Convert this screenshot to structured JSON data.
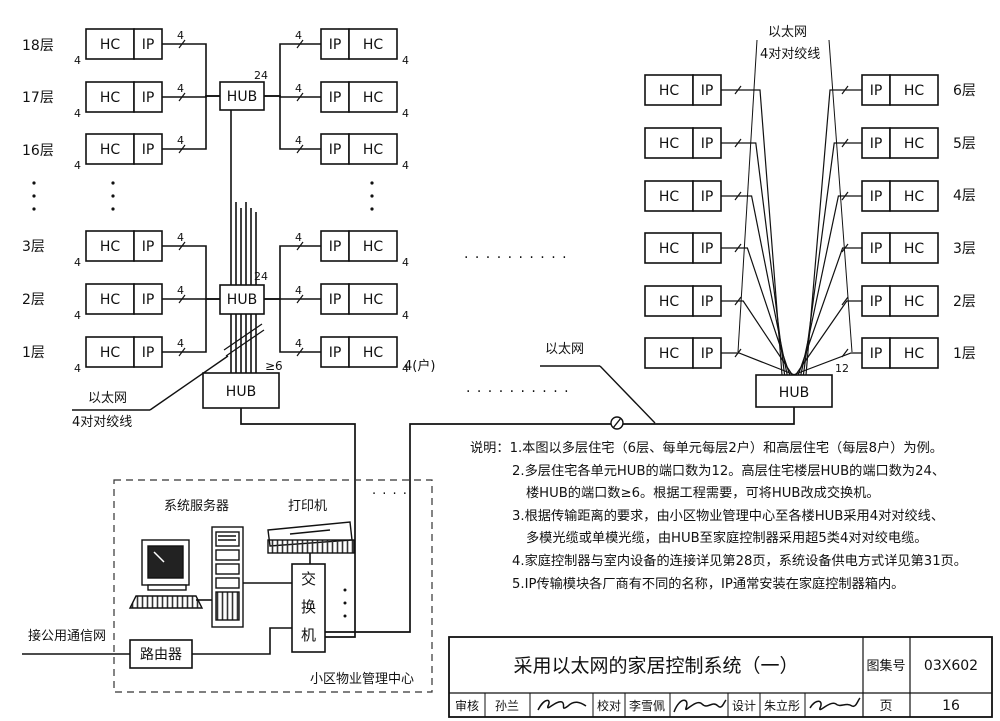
{
  "labels": {
    "hc": "HC",
    "ip": "IP",
    "hub": "HUB",
    "wire_count": "4",
    "fanout_note": "≥6",
    "ports_24": "24",
    "ports_12": "12",
    "unit_household": "4(户)",
    "ethernet": "以太网",
    "twisted_pair_4": "4对对绞线",
    "dots_horizontal": "· · · · · · · · · ·",
    "dots_short": "· · · ·"
  },
  "left_building": {
    "floors": [
      "18层",
      "17层",
      "16层",
      "3层",
      "2层",
      "1层"
    ]
  },
  "right_building": {
    "floors": [
      "6层",
      "5层",
      "4层",
      "3层",
      "2层",
      "1层"
    ]
  },
  "management_center": {
    "server_label": "系统服务器",
    "printer_label": "打印机",
    "switch_label": [
      "交",
      "换",
      "机"
    ],
    "router_label": "路由器",
    "public_network_label": "接公用通信网",
    "center_label": "小区物业管理中心"
  },
  "notes": {
    "heading": "说明：",
    "items": [
      "1.本图以多层住宅（6层、每单元每层2户）和高层住宅（每层8户）为例。",
      "2.多层住宅各单元HUB的端口数为12。高层住宅楼层HUB的端口数为24、",
      "楼HUB的端口数≥6。根据工程需要，可将HUB改成交换机。",
      "3.根据传输距离的要求，由小区物业管理中心至各楼HUB采用4对对绞线、",
      "多模光缆或单模光缆，由HUB至家庭控制器采用超5类4对对绞电缆。",
      "4.家庭控制器与室内设备的连接详见第28页，系统设备供电方式详见第31页。",
      "5.IP传输模块各厂商有不同的名称，IP通常安装在家庭控制器箱内。"
    ]
  },
  "title_block": {
    "title": "采用以太网的家居控制系统（一）",
    "atlas_label": "图集号",
    "atlas_no": "03X602",
    "page_label": "页",
    "page_no": "16",
    "review_label": "审核",
    "review_name": "孙兰",
    "proof_label": "校对",
    "proof_name": "李雪佩",
    "design_label": "设计",
    "design_name": "朱立彤"
  }
}
